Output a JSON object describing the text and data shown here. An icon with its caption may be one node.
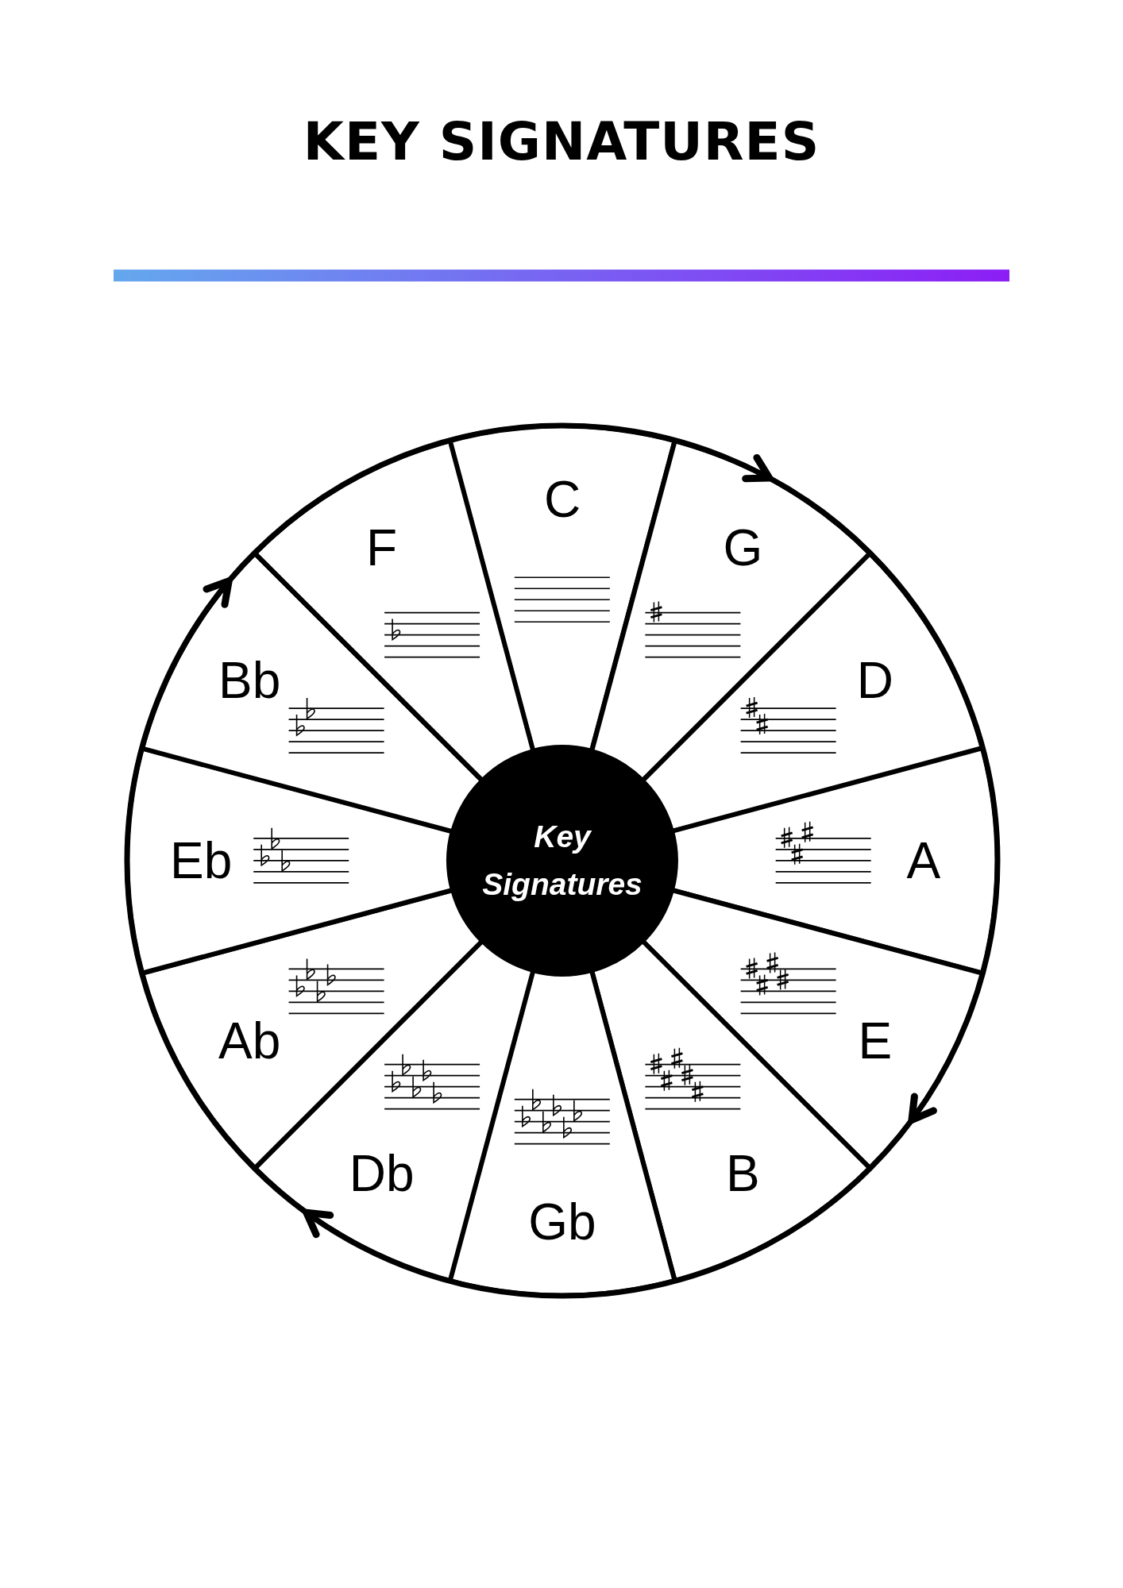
{
  "diagram": {
    "title": "KEY SIGNATURES",
    "nodes": [
      {
        "text": [],
        "shape": "bar"
      },
      {
        "text": [
          "C"
        ]
      },
      {
        "text": [
          "G"
        ]
      },
      {
        "text": [
          "D"
        ]
      },
      {
        "text": [
          "A"
        ]
      },
      {
        "text": [
          "E"
        ]
      },
      {
        "text": [
          "B"
        ]
      },
      {
        "text": [
          "Gb"
        ]
      },
      {
        "text": [
          "Db"
        ]
      },
      {
        "text": [
          "Ab"
        ]
      },
      {
        "text": [
          "Eb"
        ]
      },
      {
        "text": [
          "Bb"
        ]
      },
      {
        "text": [
          "F"
        ]
      },
      {
        "text": [
          "Key Signatures"
        ]
      }
    ]
  }
}
